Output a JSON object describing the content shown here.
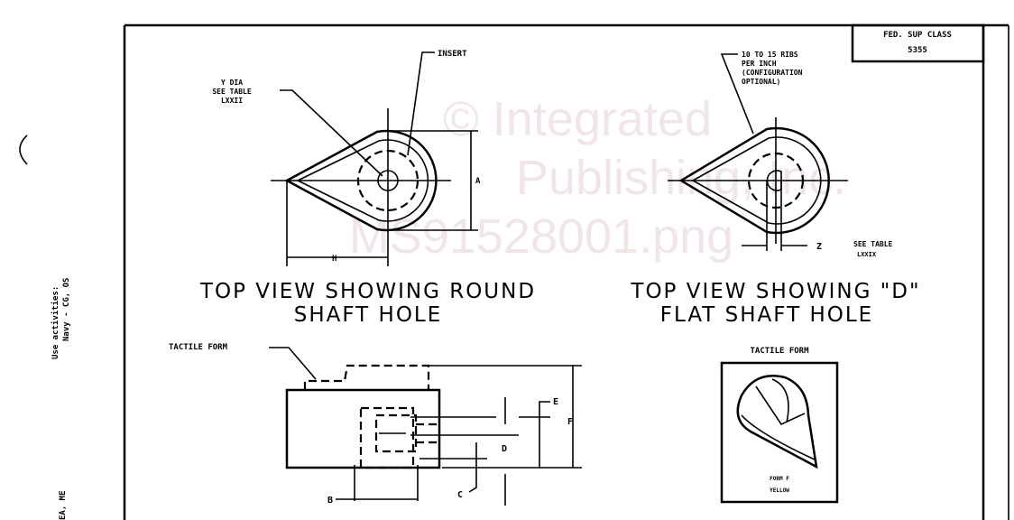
{
  "title_block": {
    "label": "FED. SUP CLASS",
    "value": "5355"
  },
  "top_left_view": {
    "caption_line1": "TOP VIEW SHOWING ROUND",
    "caption_line2": "SHAFT HOLE",
    "callout_dia": [
      "Y DIA",
      "SEE TABLE",
      "LXXII"
    ],
    "callout_insert": "INSERT",
    "dim_a": "A",
    "dim_h": "H"
  },
  "top_right_view": {
    "caption_line1": "TOP VIEW SHOWING \"D\"",
    "caption_line2": "FLAT SHAFT HOLE",
    "callout_ribs": [
      "10 TO 15 RIBS",
      "PER INCH",
      "(CONFIGURATION",
      "OPTIONAL)"
    ],
    "dim_z": "Z",
    "see_table": [
      "SEE TABLE",
      "LXXIX"
    ]
  },
  "side_view": {
    "tactile_form_label": "TACTILE FORM",
    "dims": {
      "b": "B",
      "c": "C",
      "d": "D",
      "e": "E",
      "f": "F"
    }
  },
  "tactile_form_box": {
    "title": "TACTILE FORM",
    "form": "FORM F",
    "color": "YELLOW"
  },
  "margin": {
    "line1": "Use activities:",
    "line2": "Navy - CG, OS",
    "bottom": "EA, ME"
  },
  "watermark": {
    "line1": "© Integrated",
    "line2": "Publishing, Inc.",
    "line3": "MS91528001.png"
  }
}
